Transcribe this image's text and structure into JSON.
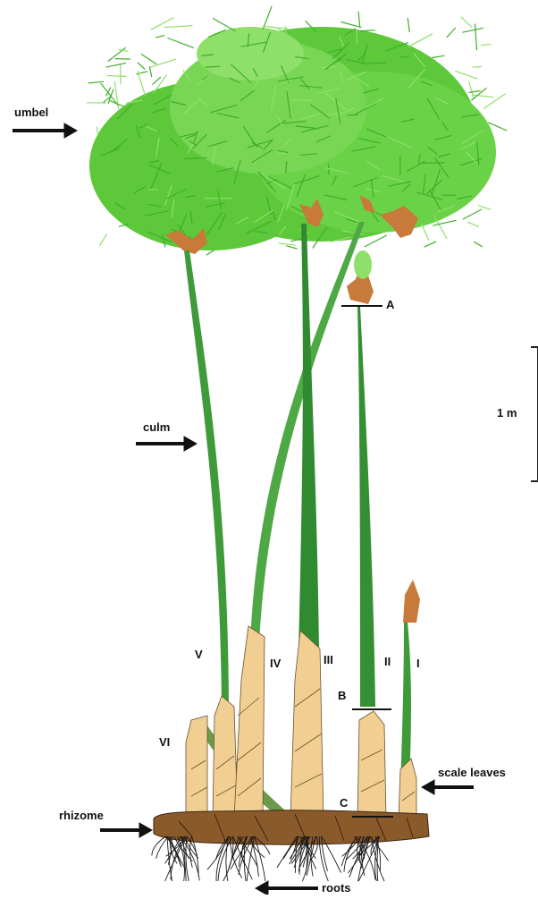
{
  "labels": {
    "umbel": "umbel",
    "culm": "culm",
    "rhizome": "rhizome",
    "roots": "roots",
    "scale_leaves": "scale leaves",
    "scale_bar": "1 m"
  },
  "cut_markers": {
    "a": "A",
    "b": "B",
    "c": "C"
  },
  "culm_numbers": {
    "i": "I",
    "ii": "II",
    "iii": "III",
    "iv": "IV",
    "v": "V",
    "vi": "VI"
  },
  "colors": {
    "umbel_green": "#5cc83a",
    "umbel_light": "#8ee06a",
    "culm_green": "#3f9a3a",
    "culm_light": "#5fb852",
    "sheath_tan": "#f1cf92",
    "bract_brown": "#c77a3a",
    "rhizome_brown": "#8b5a2b",
    "root_black": "#1a1a1a"
  }
}
